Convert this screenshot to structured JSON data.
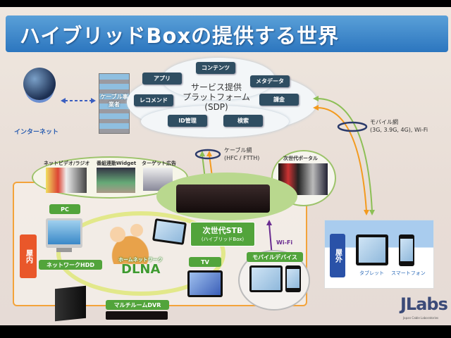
{
  "title": "ハイブリッドBoxの提供する世界",
  "internet": {
    "label": "インターネット"
  },
  "operator": {
    "label": "ケーブル事業者"
  },
  "sdp": {
    "line1": "サービス提供",
    "line2": "プラットフォーム",
    "line3": "(SDP)",
    "items": [
      "アプリ",
      "コンテンツ",
      "メタデータ",
      "レコメンド",
      "課金",
      "ID管理",
      "検索"
    ]
  },
  "cable_net": {
    "line1": "ケーブル網",
    "line2": "(HFC / FTTH)"
  },
  "mobile_net": {
    "line1": "モバイル網",
    "line2": "(3G, 3.9G, 4G), Wi-Fi"
  },
  "services": [
    "ネットビデオ/ラジオ",
    "番組連動Widget",
    "ターゲット広告"
  ],
  "portal": {
    "label": "次世代ポータル"
  },
  "stb": {
    "line1": "次世代STB",
    "line2": "(ハイブリッドBox)"
  },
  "wifi": "Wi-Fi",
  "indoor": {
    "tag": "屋内",
    "pc": "PC",
    "hdd": "ネットワークHDD",
    "home_network": "ホームネットワーク",
    "dlna": "DLNA",
    "dvr": "マルチルームDVR",
    "tv": "TV",
    "mobile": "モバイルデバイス"
  },
  "outdoor": {
    "tag": "屋外",
    "tablet": "タブレット",
    "smartphone": "スマートフォン"
  },
  "logo": {
    "name": "JLabs",
    "sub": "Japan Cable Laboratories"
  },
  "colors": {
    "green": "#52a43b",
    "orange": "#f39a1e",
    "navy": "#2f4e62",
    "purple": "#6a2c91"
  }
}
